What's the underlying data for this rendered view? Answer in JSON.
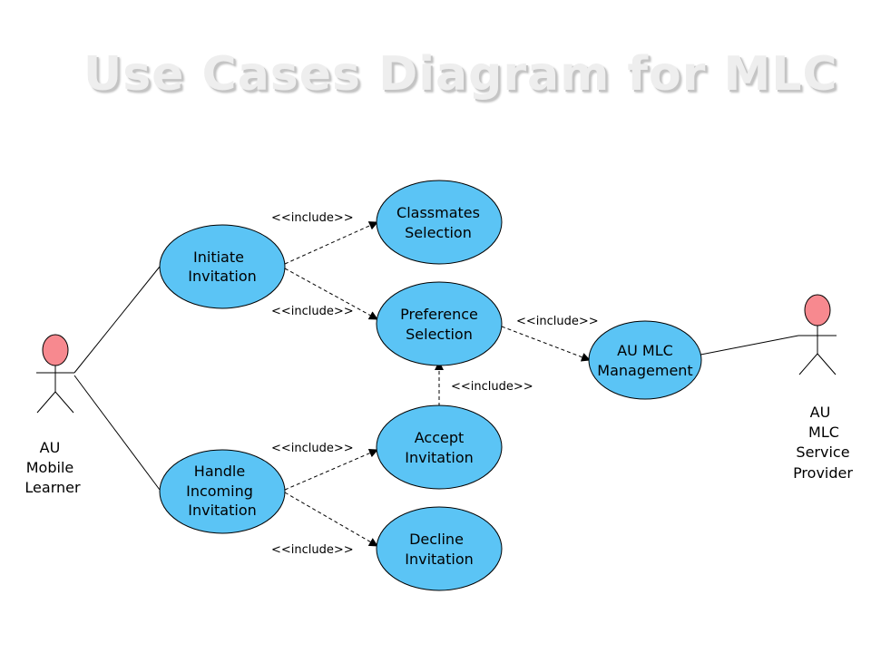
{
  "title": "Use Cases Diagram for MLC",
  "actors": [
    {
      "id": "mobile-learner",
      "lines": [
        "AU",
        "Mobile",
        "Learner"
      ]
    },
    {
      "id": "service-provider",
      "lines": [
        "AU",
        "MLC",
        "Service",
        "Provider"
      ]
    }
  ],
  "use_cases": [
    {
      "id": "initiate-invitation",
      "lines": [
        "Initiate",
        "Invitation"
      ]
    },
    {
      "id": "handle-incoming-invitation",
      "lines": [
        "Handle",
        "Incoming",
        "Invitation"
      ]
    },
    {
      "id": "classmates-selection",
      "lines": [
        "Classmates",
        "Selection"
      ]
    },
    {
      "id": "preference-selection",
      "lines": [
        "Preference",
        "Selection"
      ]
    },
    {
      "id": "accept-invitation",
      "lines": [
        "Accept",
        "Invitation"
      ]
    },
    {
      "id": "decline-invitation",
      "lines": [
        "Decline",
        "Invitation"
      ]
    },
    {
      "id": "au-mlc-management",
      "lines": [
        "AU MLC",
        "Management"
      ]
    }
  ],
  "include_label": "<<include>>",
  "relations": [
    {
      "type": "association",
      "from": "mobile-learner",
      "to": "initiate-invitation"
    },
    {
      "type": "association",
      "from": "mobile-learner",
      "to": "handle-incoming-invitation"
    },
    {
      "type": "association",
      "from": "au-mlc-management",
      "to": "service-provider"
    },
    {
      "type": "include",
      "from": "initiate-invitation",
      "to": "classmates-selection"
    },
    {
      "type": "include",
      "from": "initiate-invitation",
      "to": "preference-selection"
    },
    {
      "type": "include",
      "from": "handle-incoming-invitation",
      "to": "accept-invitation"
    },
    {
      "type": "include",
      "from": "handle-incoming-invitation",
      "to": "decline-invitation"
    },
    {
      "type": "include",
      "from": "accept-invitation",
      "to": "preference-selection"
    },
    {
      "type": "include",
      "from": "preference-selection",
      "to": "au-mlc-management"
    }
  ],
  "colors": {
    "use_case_fill": "#5bc4f5",
    "actor_head_fill": "#f7898f",
    "line": "#000000"
  }
}
